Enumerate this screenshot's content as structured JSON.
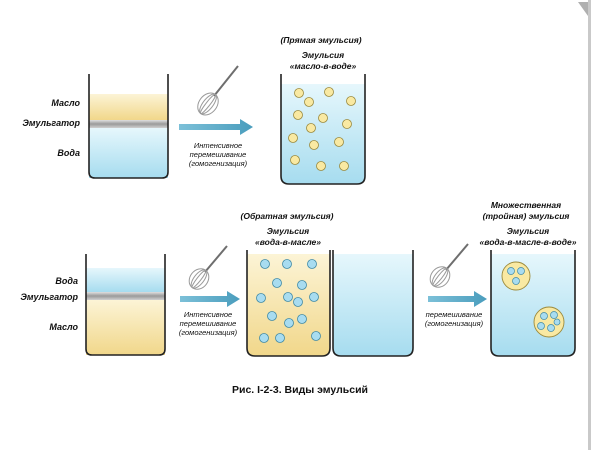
{
  "top": {
    "oil_label": "Масло",
    "emulsifier_label": "Эмульгатор",
    "water_label": "Вода",
    "arrow_text": [
      "Интенсивное",
      "перемешивание",
      "(гомогенизация)"
    ],
    "type_label": "(Прямая эмульсия)",
    "emulsion_title": [
      "Эмульсия",
      "«масло-в-воде»"
    ]
  },
  "bottom": {
    "water_label": "Вода",
    "emulsifier_label": "Эмульгатор",
    "oil_label": "Масло",
    "arrow_text": [
      "Интенсивное",
      "перемешивание",
      "(гомогенизация)"
    ],
    "type_label": "(Обратная эмульсия)",
    "emulsion_title": [
      "Эмульсия",
      "«вода-в-масле»"
    ],
    "arrow2_text": [
      "перемешивание",
      "(гомогенизация)"
    ],
    "multi_label": [
      "Множественная",
      "(тройная) эмульсия"
    ],
    "multi_title": [
      "Эмульсия",
      "«вода-в-масле-в-воде»"
    ]
  },
  "caption": "Рис. I-2-3. Виды эмульсий",
  "colors": {
    "water": "#c8ecf6",
    "oil": "#f7e6a6",
    "emulsifier": "#b4b4b4",
    "arrow": "#5aaac6",
    "oil_drop": "#f9e9a2",
    "water_drop": "#a8dcf0"
  }
}
